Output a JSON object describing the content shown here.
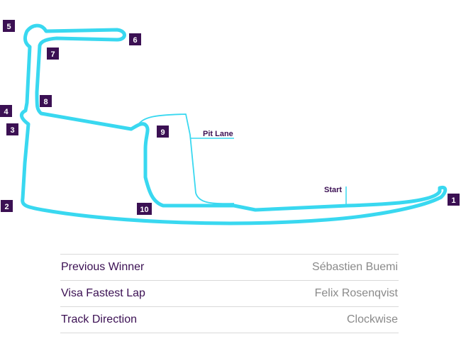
{
  "track": {
    "track_color": "#39d8f0",
    "pit_color": "#39d8f0",
    "badge_color": "#3b1053",
    "corners": [
      "1",
      "2",
      "3",
      "4",
      "5",
      "6",
      "7",
      "8",
      "9",
      "10"
    ],
    "labels": {
      "pit_lane": "Pit Lane",
      "start": "Start"
    }
  },
  "info": {
    "rows": [
      {
        "label": "Previous Winner",
        "value": "Sébastien Buemi"
      },
      {
        "label": "Visa Fastest Lap",
        "value": "Felix Rosenqvist"
      },
      {
        "label": "Track Direction",
        "value": "Clockwise"
      }
    ]
  }
}
